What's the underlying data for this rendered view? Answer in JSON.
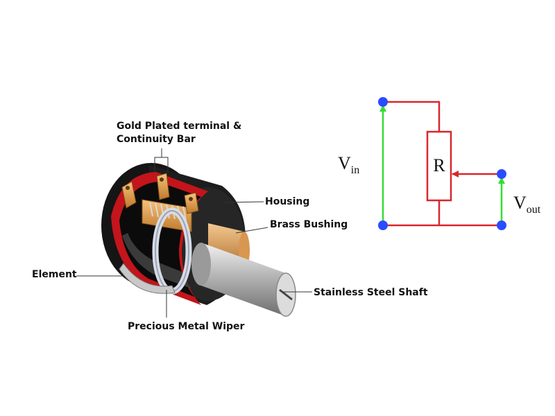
{
  "labels": {
    "gold_terminal_line1": "Gold Plated terminal &",
    "gold_terminal_line2": "Continuity Bar",
    "housing": "Housing",
    "brass_bushing": "Brass Bushing",
    "element": "Element",
    "shaft": "Stainless Steel Shaft",
    "wiper": "Precious Metal Wiper"
  },
  "circuit": {
    "resistor": "R",
    "vin_main": "V",
    "vin_sub": "in",
    "vout_main": "V",
    "vout_sub": "out"
  },
  "colors": {
    "wire_red": "#d9262c",
    "wire_green": "#33dd33",
    "node_blue": "#2a4cff",
    "housing_black": "#151515",
    "gold": "#e6a347",
    "shaft_steel": "#b8b8b8"
  }
}
